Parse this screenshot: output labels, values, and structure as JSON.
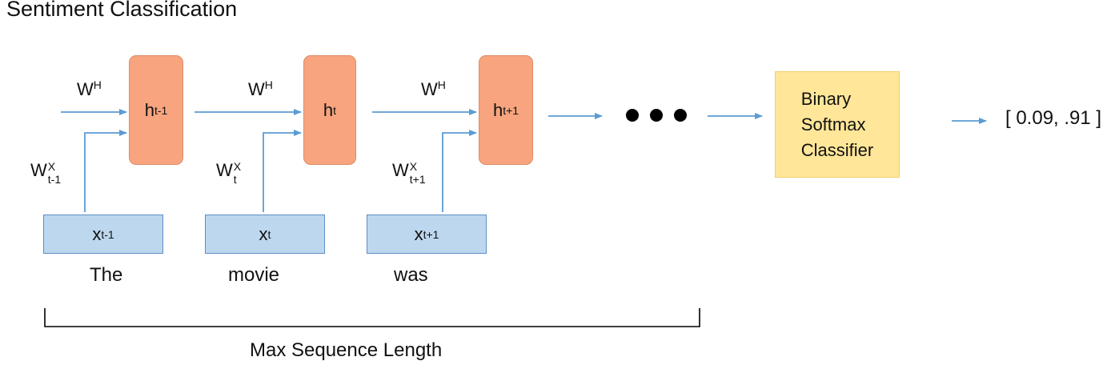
{
  "title": "Sentiment Classification",
  "cells": [
    {
      "h_base": "h",
      "h_sub": "t-1",
      "x_base": "x",
      "x_sub": "t-1",
      "wx_base": "W",
      "wx_sup": "X",
      "wx_sub": "t-1",
      "word": "The"
    },
    {
      "h_base": "h",
      "h_sub": "t",
      "x_base": "x",
      "x_sub": "t",
      "wx_base": "W",
      "wx_sup": "X",
      "wx_sub": "t",
      "word": "movie"
    },
    {
      "h_base": "h",
      "h_sub": "t+1",
      "x_base": "x",
      "x_sub": "t+1",
      "wx_base": "W",
      "wx_sup": "X",
      "wx_sub": "t+1",
      "word": "was"
    }
  ],
  "wh": {
    "base": "W",
    "sup": "H"
  },
  "classifier": {
    "line1": "Binary",
    "line2": "Softmax",
    "line3": "Classifier"
  },
  "output": "[ 0.09, .91 ]",
  "brace_label": "Max Sequence Length",
  "colors": {
    "hidden_fill": "#f7a47f",
    "input_fill": "#bdd7ee",
    "classifier_fill": "#ffe699",
    "arrow": "#5b9bd5"
  }
}
